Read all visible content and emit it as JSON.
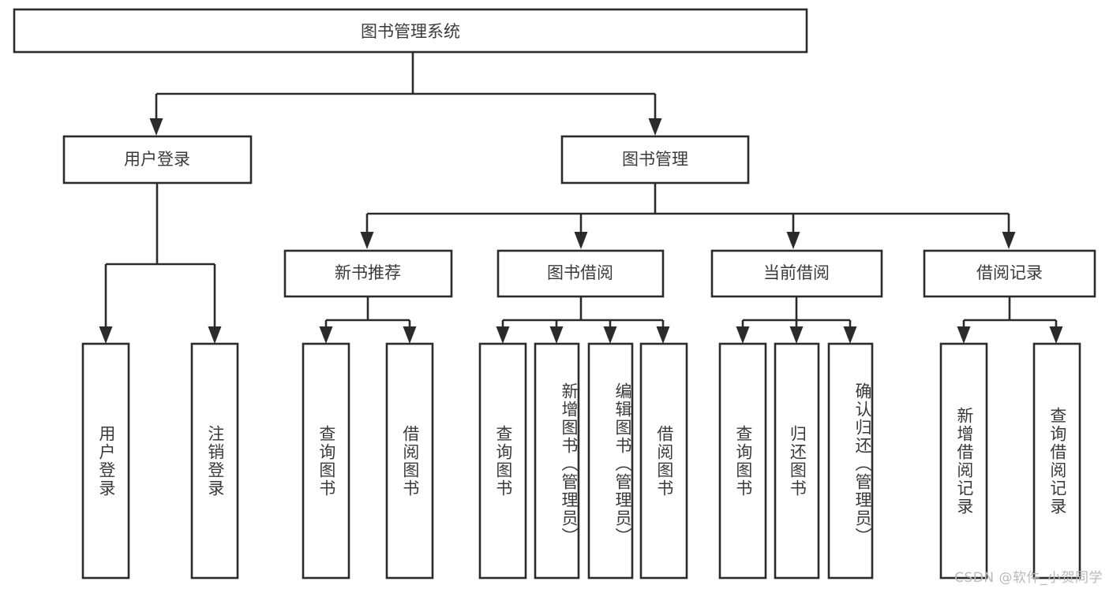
{
  "diagram": {
    "type": "tree",
    "title": "图书管理系统",
    "watermark": "CSDN @软件_小贺同学",
    "colors": {
      "box_stroke": "#2b2b2b",
      "box_fill": "#ffffff",
      "text": "#3a3a3a",
      "watermark": "#b9b9b9",
      "background": "#ffffff"
    },
    "levels": {
      "root": "图书管理系统",
      "level2": [
        "用户登录",
        "图书管理"
      ],
      "level3": [
        "新书推荐",
        "图书借阅",
        "当前借阅",
        "借阅记录"
      ]
    },
    "nodes": {
      "root": {
        "label": "图书管理系统",
        "orientation": "horizontal"
      },
      "user_login": {
        "label": "用户登录",
        "orientation": "horizontal"
      },
      "book_manage": {
        "label": "图书管理",
        "orientation": "horizontal"
      },
      "new_book_rec": {
        "label": "新书推荐",
        "orientation": "horizontal"
      },
      "book_borrow": {
        "label": "图书借阅",
        "orientation": "horizontal"
      },
      "current_borrow": {
        "label": "当前借阅",
        "orientation": "horizontal"
      },
      "borrow_record": {
        "label": "借阅记录",
        "orientation": "horizontal"
      },
      "leaf_1": {
        "label": "用户登录",
        "orientation": "vertical",
        "parent": "用户登录"
      },
      "leaf_2": {
        "label": "注销登录",
        "orientation": "vertical",
        "parent": "用户登录"
      },
      "leaf_3": {
        "label": "查询图书",
        "orientation": "vertical",
        "parent": "新书推荐"
      },
      "leaf_4": {
        "label": "借阅图书",
        "orientation": "vertical",
        "parent": "新书推荐"
      },
      "leaf_5": {
        "label": "查询图书",
        "orientation": "vertical",
        "parent": "图书借阅"
      },
      "leaf_6": {
        "label": "新增图书（管理员）",
        "orientation": "vertical",
        "parent": "图书借阅"
      },
      "leaf_7": {
        "label": "编辑图书（管理员）",
        "orientation": "vertical",
        "parent": "图书借阅"
      },
      "leaf_8": {
        "label": "借阅图书",
        "orientation": "vertical",
        "parent": "图书借阅"
      },
      "leaf_9": {
        "label": "查询图书",
        "orientation": "vertical",
        "parent": "当前借阅"
      },
      "leaf_10": {
        "label": "归还图书",
        "orientation": "vertical",
        "parent": "当前借阅"
      },
      "leaf_11": {
        "label": "确认归还（管理员）",
        "orientation": "vertical",
        "parent": "当前借阅"
      },
      "leaf_12": {
        "label": "新增借阅记录",
        "orientation": "vertical",
        "parent": "借阅记录"
      },
      "leaf_13": {
        "label": "查询借阅记录",
        "orientation": "vertical",
        "parent": "借阅记录"
      }
    },
    "edges": [
      {
        "from": "图书管理系统",
        "to": "用户登录"
      },
      {
        "from": "图书管理系统",
        "to": "图书管理"
      },
      {
        "from": "图书管理",
        "to": "新书推荐"
      },
      {
        "from": "图书管理",
        "to": "图书借阅"
      },
      {
        "from": "图书管理",
        "to": "当前借阅"
      },
      {
        "from": "图书管理",
        "to": "借阅记录"
      },
      {
        "from": "用户登录",
        "to": "用户登录"
      },
      {
        "from": "用户登录",
        "to": "注销登录"
      },
      {
        "from": "新书推荐",
        "to": "查询图书"
      },
      {
        "from": "新书推荐",
        "to": "借阅图书"
      },
      {
        "from": "图书借阅",
        "to": "查询图书"
      },
      {
        "from": "图书借阅",
        "to": "新增图书（管理员）"
      },
      {
        "from": "图书借阅",
        "to": "编辑图书（管理员）"
      },
      {
        "from": "图书借阅",
        "to": "借阅图书"
      },
      {
        "from": "当前借阅",
        "to": "查询图书"
      },
      {
        "from": "当前借阅",
        "to": "归还图书"
      },
      {
        "from": "当前借阅",
        "to": "确认归还（管理员）"
      },
      {
        "from": "借阅记录",
        "to": "新增借阅记录"
      },
      {
        "from": "借阅记录",
        "to": "查询借阅记录"
      }
    ]
  }
}
